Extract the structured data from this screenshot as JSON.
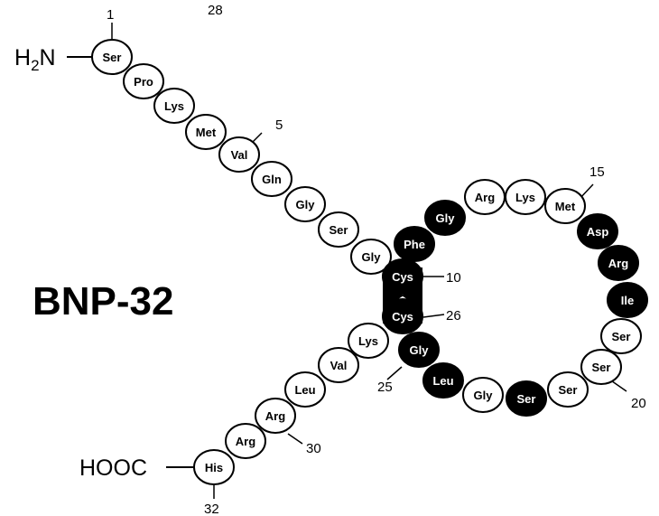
{
  "title": "BNP-32",
  "stray_number": "28",
  "n_terminus": "H2N",
  "c_terminus": "HOOC",
  "colors": {
    "ring_fill": "#000000",
    "ring_text": "#ffffff",
    "chain_fill": "#ffffff",
    "chain_text": "#000000"
  },
  "residues": [
    {
      "label": "Ser",
      "position": 1,
      "in_ring": false
    },
    {
      "label": "Pro",
      "position": 2,
      "in_ring": false
    },
    {
      "label": "Lys",
      "position": 3,
      "in_ring": false
    },
    {
      "label": "Met",
      "position": 4,
      "in_ring": false
    },
    {
      "label": "Val",
      "position": 5,
      "in_ring": false
    },
    {
      "label": "Gln",
      "position": 6,
      "in_ring": false
    },
    {
      "label": "Gly",
      "position": 7,
      "in_ring": false
    },
    {
      "label": "Ser",
      "position": 8,
      "in_ring": false
    },
    {
      "label": "Gly",
      "position": 9,
      "in_ring": false
    },
    {
      "label": "Cys",
      "position": 10,
      "in_ring": true
    },
    {
      "label": "Phe",
      "position": 11,
      "in_ring": true
    },
    {
      "label": "Gly",
      "position": 12,
      "in_ring": true
    },
    {
      "label": "Arg",
      "position": 13,
      "in_ring": false
    },
    {
      "label": "Lys",
      "position": 14,
      "in_ring": false
    },
    {
      "label": "Met",
      "position": 15,
      "in_ring": false
    },
    {
      "label": "Asp",
      "position": 16,
      "in_ring": true
    },
    {
      "label": "Arg",
      "position": 17,
      "in_ring": true
    },
    {
      "label": "Ile",
      "position": 18,
      "in_ring": true
    },
    {
      "label": "Ser",
      "position": 19,
      "in_ring": false
    },
    {
      "label": "Ser",
      "position": 20,
      "in_ring": false
    },
    {
      "label": "Ser",
      "position": 21,
      "in_ring": false
    },
    {
      "label": "Ser",
      "position": 22,
      "in_ring": true
    },
    {
      "label": "Gly",
      "position": 23,
      "in_ring": false
    },
    {
      "label": "Leu",
      "position": 24,
      "in_ring": true
    },
    {
      "label": "Gly",
      "position": 25,
      "in_ring": true
    },
    {
      "label": "Cys",
      "position": 26,
      "in_ring": true
    },
    {
      "label": "Lys",
      "position": 27,
      "in_ring": false
    },
    {
      "label": "Val",
      "position": 28,
      "in_ring": false
    },
    {
      "label": "Leu",
      "position": 29,
      "in_ring": false
    },
    {
      "label": "Arg",
      "position": 30,
      "in_ring": false
    },
    {
      "label": "Arg",
      "position": 31,
      "in_ring": false
    },
    {
      "label": "His",
      "position": 32,
      "in_ring": false
    }
  ],
  "position_markers": [
    "1",
    "5",
    "10",
    "15",
    "20",
    "25",
    "26",
    "30",
    "32"
  ]
}
